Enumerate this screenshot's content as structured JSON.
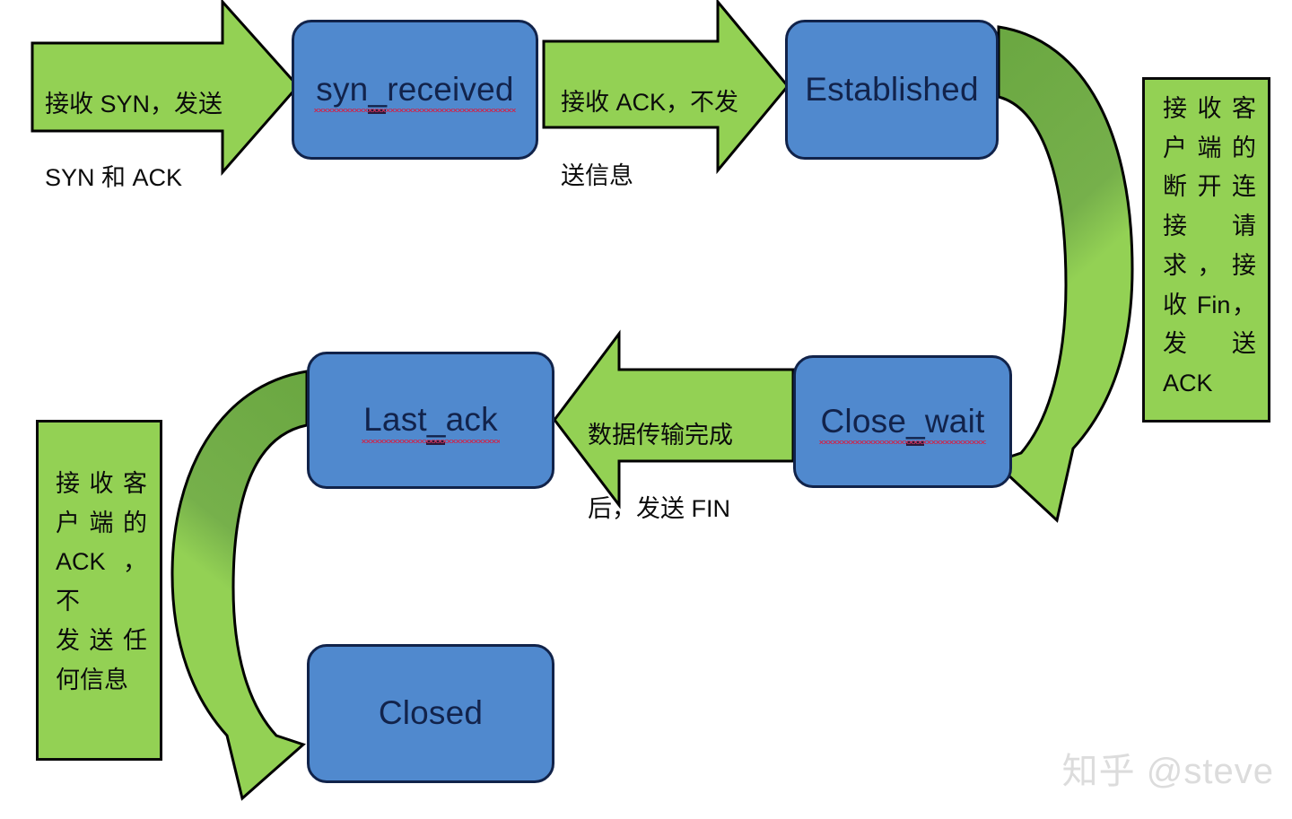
{
  "diagram": {
    "title": "TCP Server State Transition Diagram",
    "colors": {
      "state_fill": "#5089ce",
      "state_border": "#11234a",
      "arrow_light_green": "#93d154",
      "arrow_dark_green": "#6aa741",
      "arrow_border": "#0a0a0a",
      "text": "#0b0b0b",
      "state_text": "#12234b",
      "watermark": "#dcdcdc",
      "spellcheck_underline": "#c0305a"
    }
  },
  "states": [
    {
      "id": "syn-received",
      "label": "syn_received",
      "prefix": "syn",
      "suffix": "received",
      "spellchecked": true
    },
    {
      "id": "established",
      "label": "Established",
      "spellchecked": false
    },
    {
      "id": "close-wait",
      "label": "Close_wait",
      "prefix": "Close",
      "suffix": "wait",
      "spellchecked": true
    },
    {
      "id": "last-ack",
      "label": "Last_ack",
      "prefix": "Last",
      "suffix": "ack",
      "spellchecked": true
    },
    {
      "id": "closed",
      "label": "Closed",
      "spellchecked": false
    }
  ],
  "transitions": [
    {
      "id": "recv-syn-send-synack",
      "shape": "arrow-right",
      "lines": [
        "接收 SYN，发送",
        "SYN 和 ACK"
      ],
      "from": "(start)",
      "to": "syn-received"
    },
    {
      "id": "recv-ack-no-send",
      "shape": "arrow-right",
      "lines": [
        "接收 ACK，不发",
        "送信息"
      ],
      "from": "syn-received",
      "to": "established"
    },
    {
      "id": "recv-fin-send-ack",
      "shape": "curved-arrow-down",
      "note_lines": [
        "接收客",
        "户端的",
        "断开连",
        "接  请",
        "求，接",
        "收 Fin，",
        "发   送",
        "ACK"
      ],
      "note_text": "接收客户端的断开连接请求，接收 Fin，发送 ACK",
      "from": "established",
      "to": "close-wait"
    },
    {
      "id": "data-done-send-fin",
      "shape": "arrow-left",
      "lines": [
        "数据传输完成",
        "后，发送 FIN"
      ],
      "from": "close-wait",
      "to": "last-ack"
    },
    {
      "id": "recv-ack-send-nothing",
      "shape": "curved-arrow-down",
      "note_lines": [
        "接收客",
        "户端的",
        "ACK，不",
        "发送任",
        "何信息"
      ],
      "note_text": "接收客户端的ACK，不发送任何信息",
      "from": "last-ack",
      "to": "closed"
    }
  ],
  "watermark": {
    "text": "知乎 @steve"
  }
}
